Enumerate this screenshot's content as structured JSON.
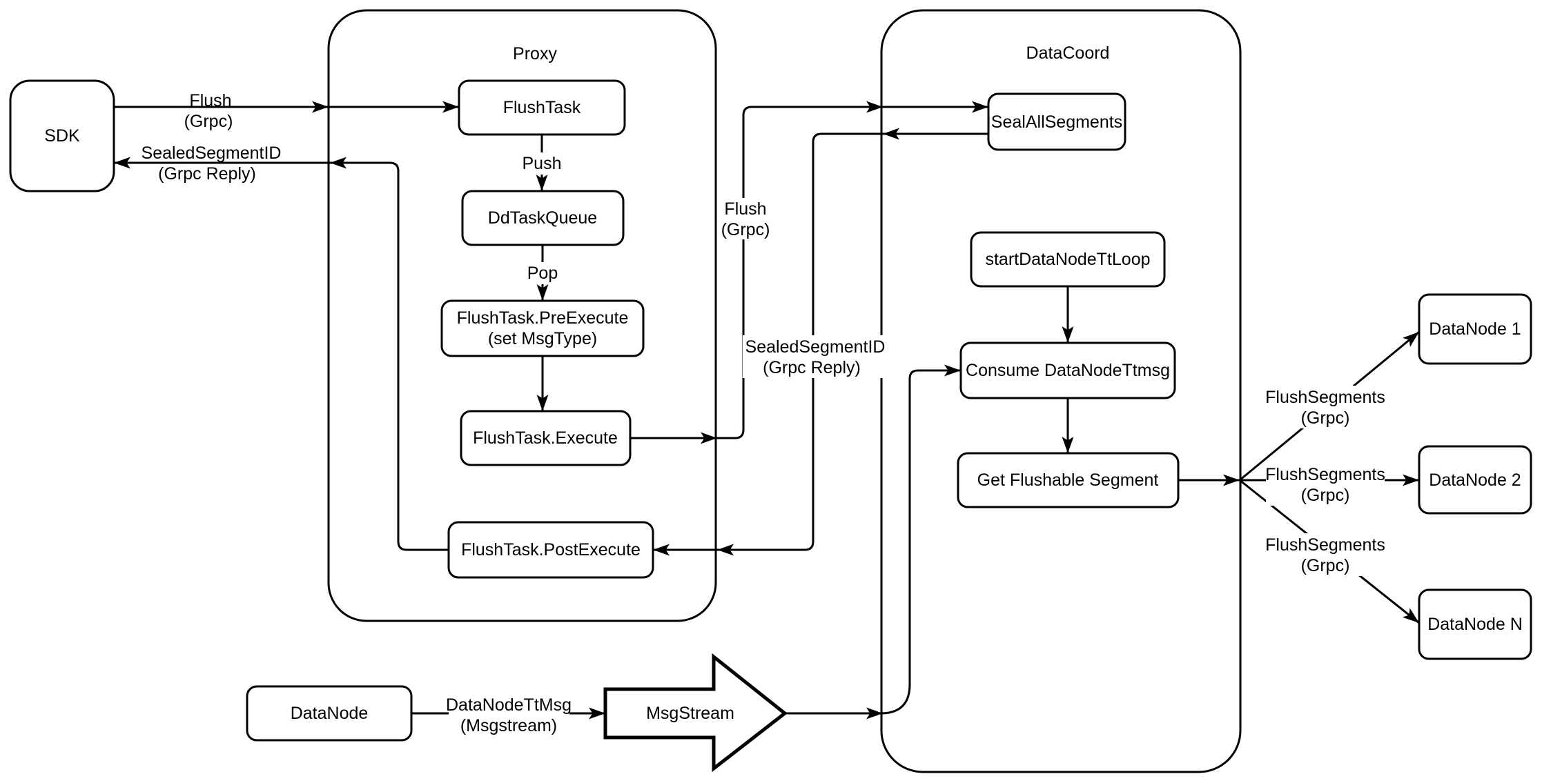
{
  "colors": {
    "background": "#ffffff",
    "stroke": "#000000",
    "text": "#000000",
    "node_fill": "#ffffff"
  },
  "containers": {
    "proxy": {
      "title": "Proxy"
    },
    "datacoord": {
      "title": "DataCoord"
    }
  },
  "nodes": {
    "sdk": {
      "label": "SDK"
    },
    "flush_task": {
      "label": "FlushTask"
    },
    "dd_task_queue": {
      "label": "DdTaskQueue"
    },
    "flush_task_pre_execute": {
      "line1": "FlushTask.PreExecute",
      "line2": "(set MsgType)"
    },
    "flush_task_execute": {
      "label": "FlushTask.Execute"
    },
    "flush_task_post_execute": {
      "label": "FlushTask.PostExecute"
    },
    "seal_all_segments": {
      "label": "SealAllSegments"
    },
    "start_data_node_tt_loop": {
      "label": "startDataNodeTtLoop"
    },
    "consume_data_node_ttmsg": {
      "label": "Consume DataNodeTtmsg"
    },
    "get_flushable_segment": {
      "label": "Get Flushable Segment"
    },
    "data_node_1": {
      "label": "DataNode 1"
    },
    "data_node_2": {
      "label": "DataNode 2"
    },
    "data_node_n": {
      "label": "DataNode N"
    },
    "data_node": {
      "label": "DataNode"
    },
    "msg_stream": {
      "label": "MsgStream"
    }
  },
  "edge_labels": {
    "flush_to_proxy": {
      "line1": "Flush",
      "line2": "(Grpc)"
    },
    "sealed_segment_to_sdk": {
      "line1": "SealedSegmentID",
      "line2": "(Grpc Reply)"
    },
    "push": {
      "label": "Push"
    },
    "pop": {
      "label": "Pop"
    },
    "flush_to_datacoord": {
      "line1": "Flush",
      "line2": "(Grpc)"
    },
    "sealed_segment_reply": {
      "line1": "SealedSegmentID",
      "line2": "(Grpc Reply)"
    },
    "flush_segments_1": {
      "line1": "FlushSegments",
      "line2": "(Grpc)"
    },
    "flush_segments_2": {
      "line1": "FlushSegments",
      "line2": "(Grpc)"
    },
    "flush_segments_3": {
      "line1": "FlushSegments",
      "line2": "(Grpc)"
    },
    "data_node_tt_msg": {
      "line1": "DataNodeTtMsg",
      "line2": "(Msgstream)"
    }
  }
}
